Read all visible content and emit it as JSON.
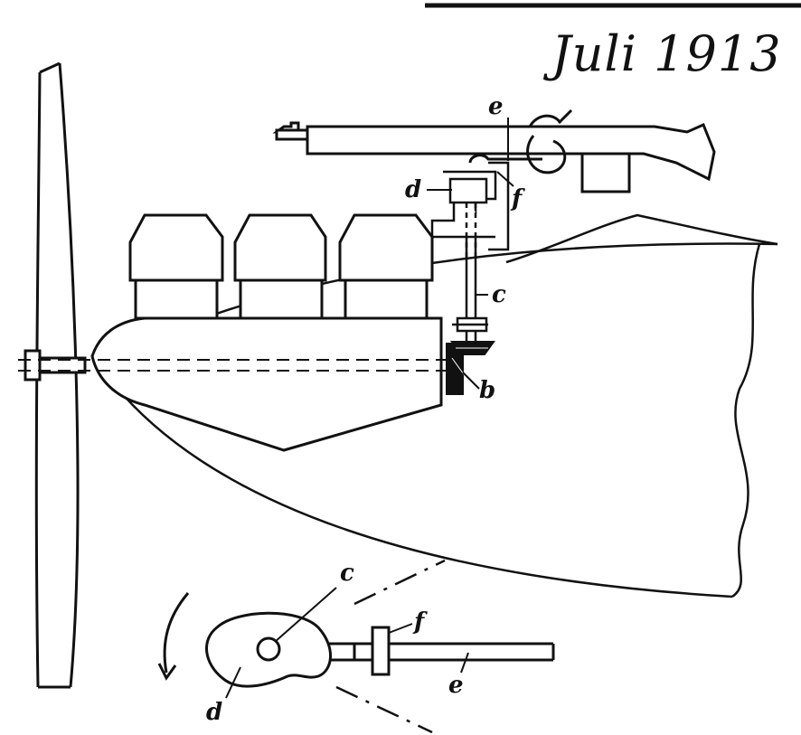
{
  "title": "Juli 1913",
  "labels": {
    "e_top": "e",
    "d_top": "d",
    "f_top": "f",
    "c_top": "c",
    "b": "b",
    "c_bottom": "c",
    "f_bottom": "f",
    "e_bottom": "e",
    "d_bottom": "d"
  },
  "colors": {
    "ink": "#111111",
    "paper": "#ffffff"
  }
}
